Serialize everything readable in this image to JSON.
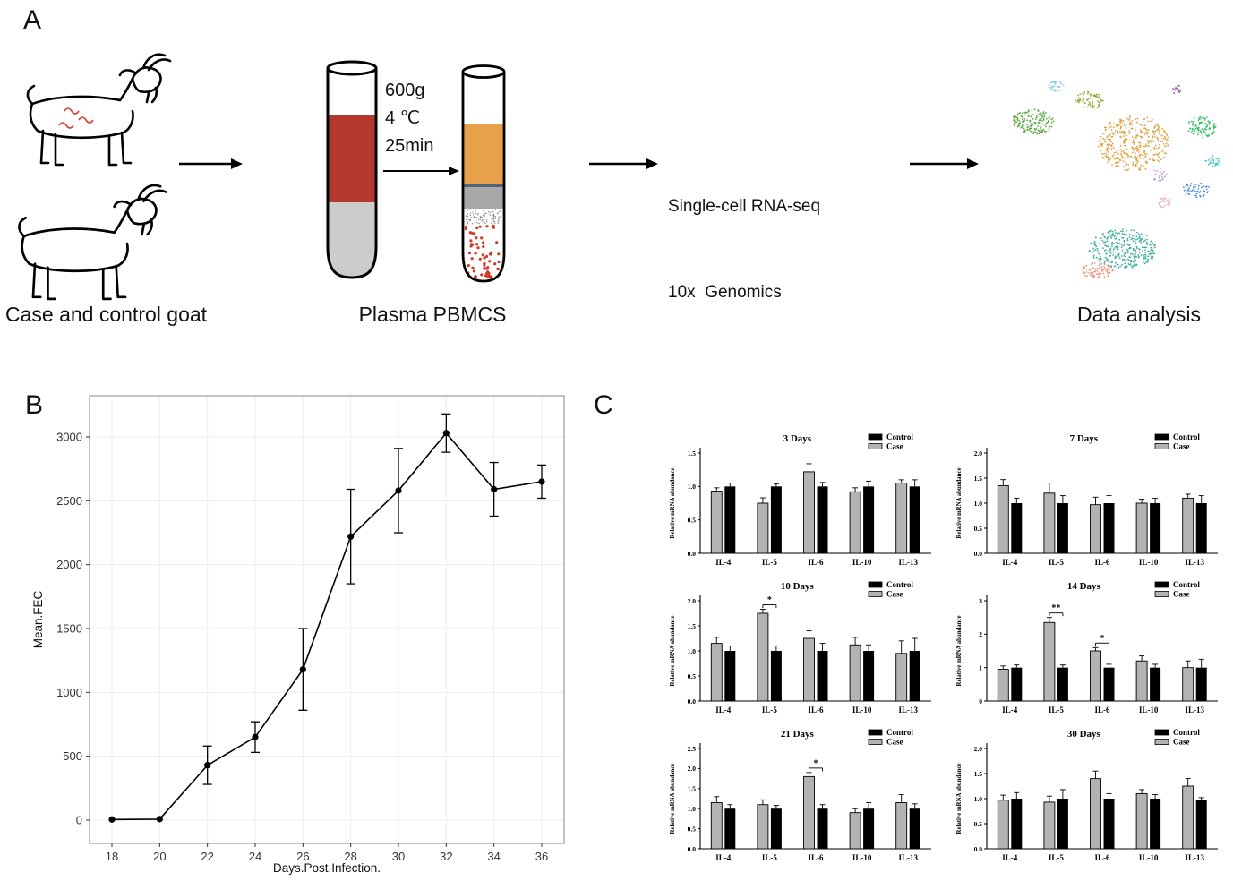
{
  "panels": {
    "a": {
      "label": "A",
      "goats_caption": "Case and control goat",
      "tubes_caption": "Plasma PBMCS",
      "centrifuge": {
        "speed": "600g",
        "temperature": "4 ℃",
        "time": "25min"
      },
      "sequencing": {
        "line1": "Single-cell RNA-seq",
        "line2": "10x  Genomics"
      },
      "umap_caption": "Data analysis",
      "umap_colors": [
        "#5aa843",
        "#b9a0d8",
        "#9aa83a",
        "#e0a03e",
        "#3fbf6f",
        "#45c8c8",
        "#4a90d9",
        "#f0a0c0",
        "#3fae9e",
        "#ef8f7a",
        "#9b59b6",
        "#7ec8e3"
      ]
    },
    "b": {
      "label": "B"
    },
    "c": {
      "label": "C"
    }
  },
  "chart_data": [
    {
      "id": "mean-fec",
      "type": "line",
      "title": "",
      "xlabel": "Days.Post.Infection.",
      "ylabel": "Mean.FEC",
      "x": [
        18,
        20,
        22,
        24,
        26,
        28,
        30,
        32,
        34,
        36
      ],
      "y": [
        5,
        8,
        430,
        650,
        1180,
        2220,
        2580,
        3030,
        2590,
        2650
      ],
      "yerr": [
        0,
        0,
        150,
        120,
        320,
        370,
        330,
        150,
        210,
        130
      ],
      "xticks": [
        18,
        20,
        22,
        24,
        26,
        28,
        30,
        32,
        34,
        36
      ],
      "yticks": [
        0,
        500,
        1000,
        1500,
        2000,
        2500,
        3000
      ],
      "ylim": [
        0,
        3200
      ],
      "grid": true,
      "marker": "point",
      "line_color": "#000000"
    },
    {
      "id": "cytokine-qpcr",
      "type": "bar",
      "categories": [
        "IL-4",
        "IL-5",
        "IL-6",
        "IL-10",
        "IL-13"
      ],
      "ylabel": "Relative mRNA abundance",
      "legend": {
        "position": "top-right",
        "entries": [
          {
            "label": "Control",
            "color": "#000000"
          },
          {
            "label": "Case",
            "color": "#b3b3b3"
          }
        ]
      },
      "subplots": [
        {
          "title": "3 Days",
          "ylim": [
            0,
            1.5
          ],
          "yticks": [
            "0.0",
            "0.5",
            "1.0",
            "1.5"
          ],
          "series": [
            {
              "name": "Case",
              "values": [
                0.93,
                0.75,
                1.22,
                0.92,
                1.05
              ],
              "errors": [
                0.05,
                0.08,
                0.12,
                0.06,
                0.05
              ]
            },
            {
              "name": "Control",
              "values": [
                1.0,
                1.0,
                1.0,
                1.0,
                1.0
              ],
              "errors": [
                0.05,
                0.04,
                0.06,
                0.08,
                0.1
              ]
            }
          ],
          "significance": []
        },
        {
          "title": "7 Days",
          "ylim": [
            0,
            2.0
          ],
          "yticks": [
            "0.0",
            "0.5",
            "1.0",
            "1.5",
            "2.0"
          ],
          "series": [
            {
              "name": "Case",
              "values": [
                1.35,
                1.2,
                0.97,
                1.0,
                1.1
              ],
              "errors": [
                0.12,
                0.2,
                0.15,
                0.08,
                0.08
              ]
            },
            {
              "name": "Control",
              "values": [
                1.0,
                1.0,
                1.0,
                1.0,
                1.0
              ],
              "errors": [
                0.1,
                0.15,
                0.15,
                0.1,
                0.15
              ]
            }
          ],
          "significance": []
        },
        {
          "title": "10 Days",
          "ylim": [
            0,
            2.0
          ],
          "yticks": [
            "0.0",
            "0.5",
            "1.0",
            "1.5",
            "2.0"
          ],
          "series": [
            {
              "name": "Case",
              "values": [
                1.15,
                1.75,
                1.25,
                1.12,
                0.95
              ],
              "errors": [
                0.12,
                0.08,
                0.15,
                0.15,
                0.25
              ]
            },
            {
              "name": "Control",
              "values": [
                1.0,
                1.0,
                1.0,
                1.0,
                1.0
              ],
              "errors": [
                0.1,
                0.1,
                0.15,
                0.12,
                0.25
              ]
            }
          ],
          "significance": [
            {
              "category": "IL-5",
              "label": "*"
            }
          ]
        },
        {
          "title": "14 Days",
          "ylim": [
            0,
            3
          ],
          "yticks": [
            "0",
            "1",
            "2",
            "3"
          ],
          "series": [
            {
              "name": "Case",
              "values": [
                0.95,
                2.35,
                1.5,
                1.2,
                1.0
              ],
              "errors": [
                0.1,
                0.15,
                0.1,
                0.15,
                0.2
              ]
            },
            {
              "name": "Control",
              "values": [
                1.0,
                1.0,
                1.0,
                1.0,
                1.0
              ],
              "errors": [
                0.08,
                0.08,
                0.1,
                0.1,
                0.25
              ]
            }
          ],
          "significance": [
            {
              "category": "IL-5",
              "label": "**"
            },
            {
              "category": "IL-6",
              "label": "*"
            }
          ]
        },
        {
          "title": "21 Days",
          "ylim": [
            0,
            2.5
          ],
          "yticks": [
            "0.0",
            "0.5",
            "1.0",
            "1.5",
            "2.0",
            "2.5"
          ],
          "series": [
            {
              "name": "Case",
              "values": [
                1.15,
                1.1,
                1.8,
                0.9,
                1.15
              ],
              "errors": [
                0.15,
                0.12,
                0.1,
                0.1,
                0.2
              ]
            },
            {
              "name": "Control",
              "values": [
                1.0,
                1.0,
                1.0,
                1.0,
                1.0
              ],
              "errors": [
                0.1,
                0.08,
                0.1,
                0.15,
                0.12
              ]
            }
          ],
          "significance": [
            {
              "category": "IL-6",
              "label": "*"
            }
          ]
        },
        {
          "title": "30 Days",
          "ylim": [
            0,
            2.0
          ],
          "yticks": [
            "0.0",
            "0.5",
            "1.0",
            "1.5",
            "2.0"
          ],
          "series": [
            {
              "name": "Case",
              "values": [
                0.97,
                0.93,
                1.4,
                1.1,
                1.25
              ],
              "errors": [
                0.1,
                0.12,
                0.15,
                0.08,
                0.15
              ]
            },
            {
              "name": "Control",
              "values": [
                1.0,
                1.0,
                1.0,
                1.0,
                0.97
              ],
              "errors": [
                0.12,
                0.18,
                0.1,
                0.08,
                0.05
              ]
            }
          ],
          "significance": []
        }
      ]
    }
  ]
}
